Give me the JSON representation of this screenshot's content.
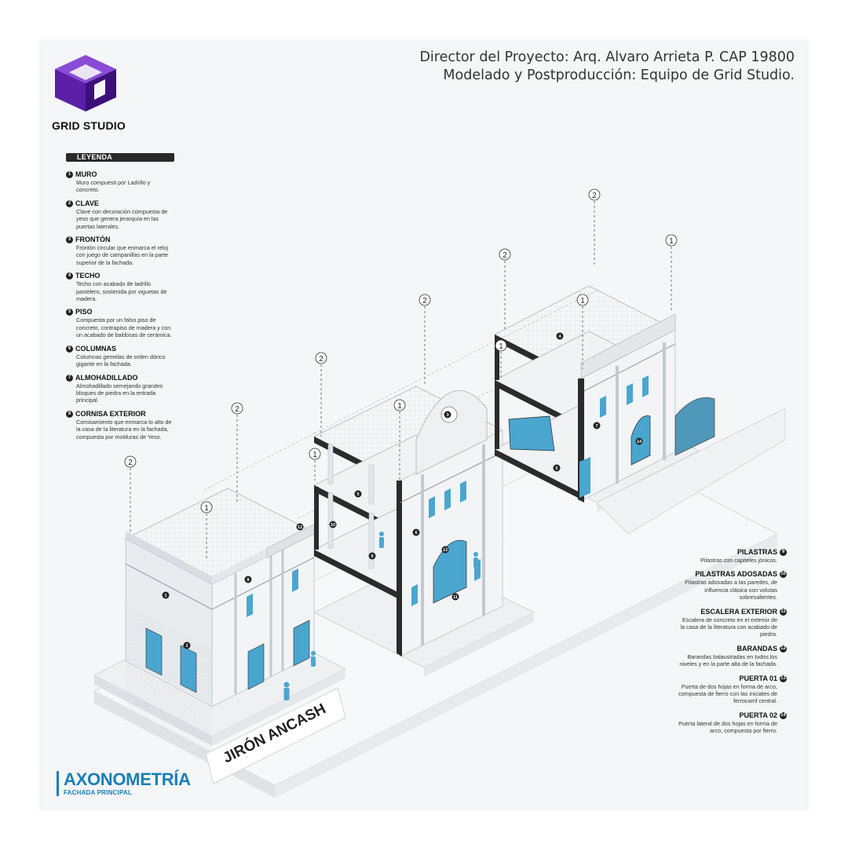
{
  "header": {
    "brand": "GRID STUDIO",
    "credit_line_1": "Director del Proyecto: Arq. Alvaro Arrieta P. CAP 19800",
    "credit_line_2": "Modelado y Postproducción: Equipo de Grid Studio."
  },
  "legend": {
    "title": "LEYENDA",
    "items": [
      {
        "num": "1",
        "title": "MURO",
        "desc": "Muro compuesti por Ladrillo y concreto."
      },
      {
        "num": "2",
        "title": "CLAVE",
        "desc": "Clave con decoración compuesta de yeso que genera jerarquía en las puertas laterales."
      },
      {
        "num": "3",
        "title": "FRONTÓN",
        "desc": "Frontón circular que enmarca el reloj con juego de campanillas en la parte superior de la fachada."
      },
      {
        "num": "4",
        "title": "TECHO",
        "desc": "Techo con acabado de ladrillo pastelero, sostenida por viguetas de madera."
      },
      {
        "num": "5",
        "title": "PISO",
        "desc": "Compuesta por un falso piso de concreto, contrapiso de madera y con un acabado de baldosas de cerámica."
      },
      {
        "num": "6",
        "title": "COLUMNAS",
        "desc": "Columnas gemelas de orden dórico gigante en la fachada."
      },
      {
        "num": "7",
        "title": "ALMOHADILLADO",
        "desc": "Almohadillado semejando grandes bloques de piedra en la entrada principal."
      },
      {
        "num": "8",
        "title": "CORNISA EXTERIOR",
        "desc": "Cornisamiento que enmarca lo alto de la casa de la literatura en la fachada, compuesta por molduras de Yeso."
      }
    ]
  },
  "right_legend": {
    "items": [
      {
        "num": "9",
        "title": "PILASTRAS",
        "desc": "Pilastras con capiteles jónicos."
      },
      {
        "num": "10",
        "title": "PILASTRAS ADOSADAS",
        "desc": "Pilastras adosadas a las paredes, de influencia clásica con volutas sobresalientes."
      },
      {
        "num": "11",
        "title": "ESCALERA EXTERIOR",
        "desc": "Escalera de concreto en el exterior de la casa de la literatura con acabado de piedra."
      },
      {
        "num": "12",
        "title": "BARANDAS",
        "desc": "Barandas balaustradas en todos los niveles y en la parte alta de la fachada."
      },
      {
        "num": "13",
        "title": "PUERTA 01",
        "desc": "Puerta de dos hojas en forma de arco, compuesta de fierro con las iniciales de ferrocarril central."
      },
      {
        "num": "14",
        "title": "PUERTA 02",
        "desc": "Puerta lateral de dos hojas en forma de arco, compuesta por fierro."
      }
    ]
  },
  "drawing": {
    "street_label": "JIRÓN ANCASH",
    "callouts": [
      "1",
      "2",
      "3",
      "4",
      "5",
      "6",
      "7",
      "8",
      "9",
      "10",
      "11",
      "12",
      "13",
      "14"
    ],
    "colors": {
      "accent": "#1a7fb5",
      "glass": "#4aa6cf",
      "wall": "#e9ecef",
      "dark": "#2b2b2b"
    }
  },
  "footer": {
    "title": "AXONOMETRÍA",
    "subtitle": "FACHADA PRINCIPAL"
  }
}
